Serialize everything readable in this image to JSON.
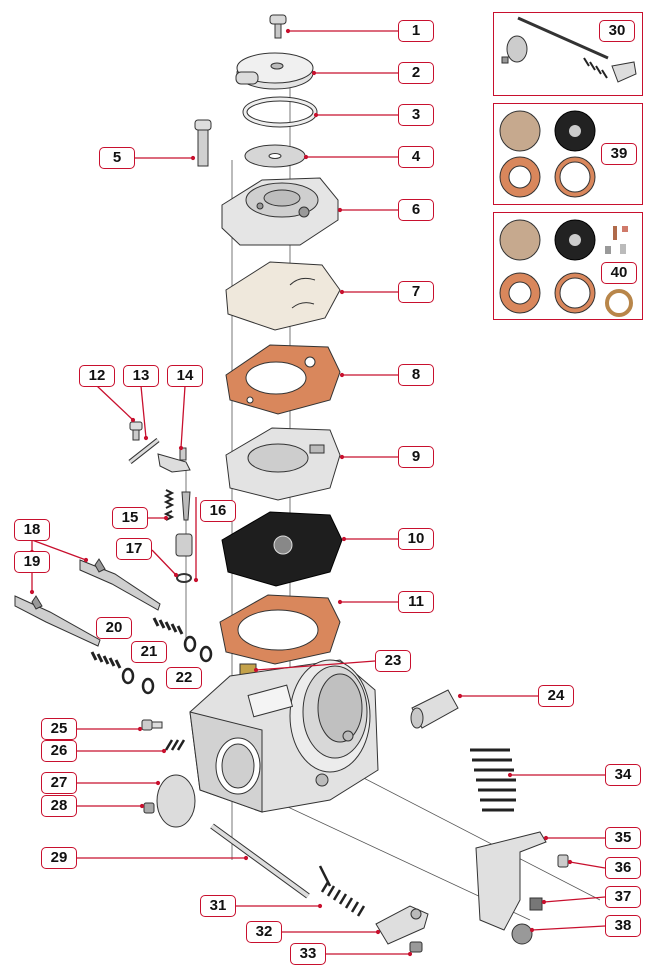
{
  "accent_color": "#c8102e",
  "parts": [
    {
      "id": "p1",
      "label": "1"
    },
    {
      "id": "p2",
      "label": "2"
    },
    {
      "id": "p3",
      "label": "3"
    },
    {
      "id": "p4",
      "label": "4"
    },
    {
      "id": "p5",
      "label": "5"
    },
    {
      "id": "p6",
      "label": "6"
    },
    {
      "id": "p7",
      "label": "7"
    },
    {
      "id": "p8",
      "label": "8"
    },
    {
      "id": "p9",
      "label": "9"
    },
    {
      "id": "p10",
      "label": "10"
    },
    {
      "id": "p11",
      "label": "11"
    },
    {
      "id": "p12",
      "label": "12"
    },
    {
      "id": "p13",
      "label": "13"
    },
    {
      "id": "p14",
      "label": "14"
    },
    {
      "id": "p15",
      "label": "15"
    },
    {
      "id": "p16",
      "label": "16"
    },
    {
      "id": "p17",
      "label": "17"
    },
    {
      "id": "p18",
      "label": "18"
    },
    {
      "id": "p19",
      "label": "19"
    },
    {
      "id": "p20",
      "label": "20"
    },
    {
      "id": "p21",
      "label": "21"
    },
    {
      "id": "p22",
      "label": "22"
    },
    {
      "id": "p23",
      "label": "23"
    },
    {
      "id": "p24",
      "label": "24"
    },
    {
      "id": "p25",
      "label": "25"
    },
    {
      "id": "p26",
      "label": "26"
    },
    {
      "id": "p27",
      "label": "27"
    },
    {
      "id": "p28",
      "label": "28"
    },
    {
      "id": "p29",
      "label": "29"
    },
    {
      "id": "p30",
      "label": "30"
    },
    {
      "id": "p31",
      "label": "31"
    },
    {
      "id": "p32",
      "label": "32"
    },
    {
      "id": "p33",
      "label": "33"
    },
    {
      "id": "p34",
      "label": "34"
    },
    {
      "id": "p35",
      "label": "35"
    },
    {
      "id": "p36",
      "label": "36"
    },
    {
      "id": "p37",
      "label": "37"
    },
    {
      "id": "p38",
      "label": "38"
    },
    {
      "id": "p39",
      "label": "39"
    },
    {
      "id": "p40",
      "label": "40"
    }
  ]
}
